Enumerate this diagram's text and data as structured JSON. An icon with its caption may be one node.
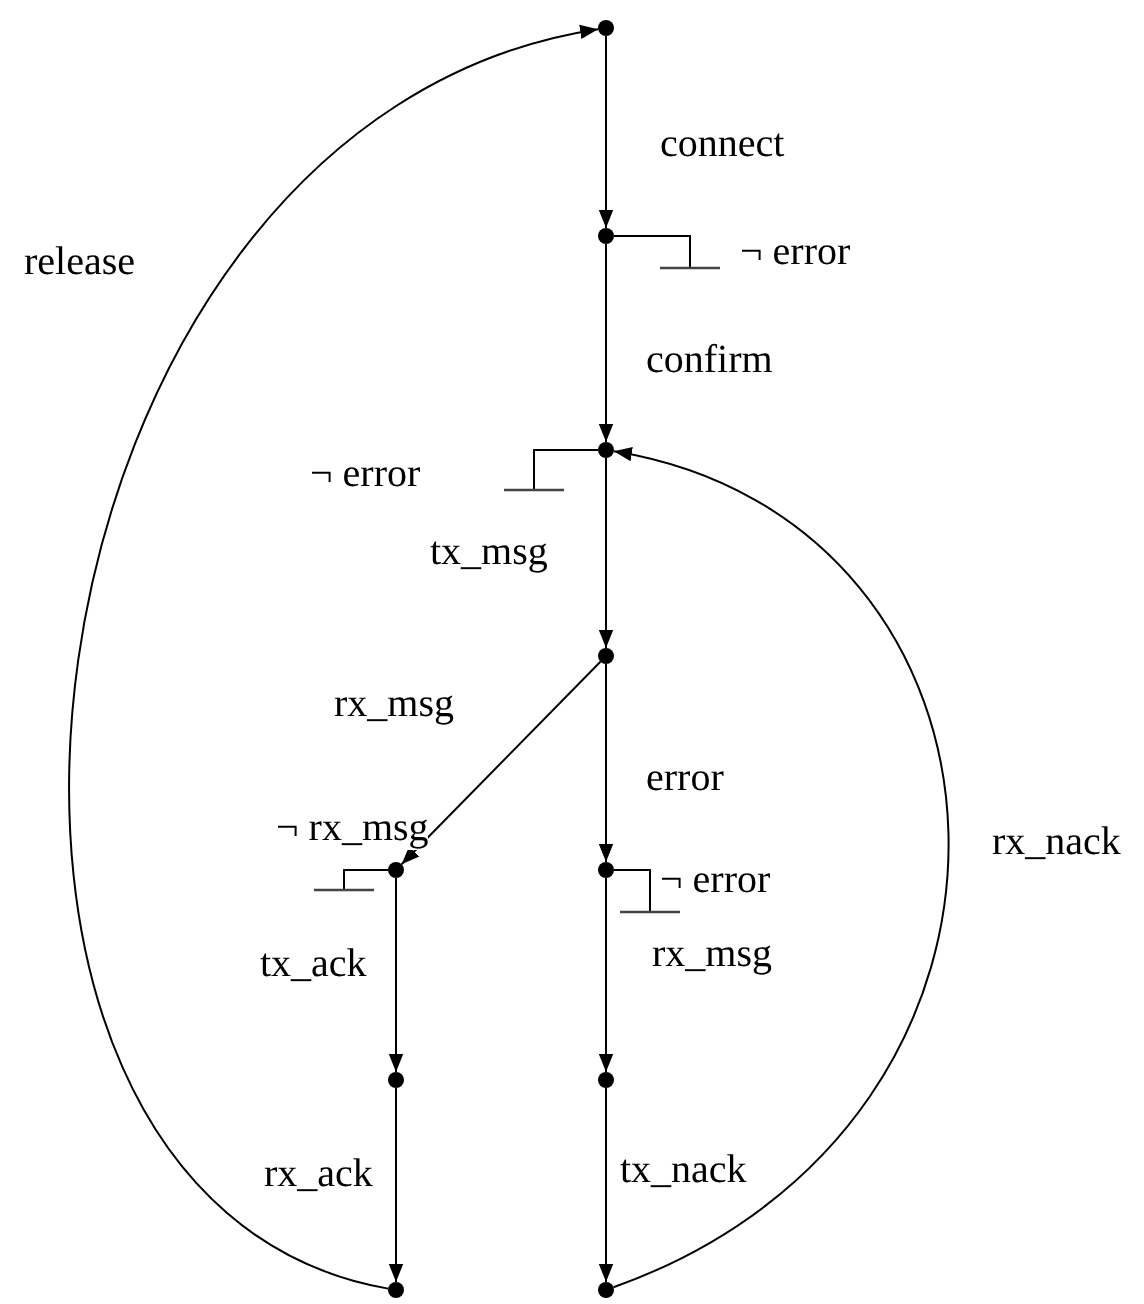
{
  "diagram": {
    "nodes": [
      {
        "text": [],
        "shape": "circle"
      },
      {
        "text": [],
        "shape": "circle"
      },
      {
        "text": [],
        "shape": "circle"
      },
      {
        "text": [],
        "shape": "circle"
      },
      {
        "text": [],
        "shape": "circle"
      },
      {
        "text": [],
        "shape": "circle"
      },
      {
        "text": [],
        "shape": "circle"
      },
      {
        "text": [],
        "shape": "circle"
      },
      {
        "text": [],
        "shape": "circle"
      },
      {
        "text": [],
        "shape": "circle"
      }
    ],
    "edges": [
      {
        "from": 0,
        "to": 1,
        "arrow": "to",
        "label": "connect"
      },
      {
        "from": 1,
        "to": 2,
        "arrow": "to",
        "label": "confirm"
      },
      {
        "from": 2,
        "to": 3,
        "arrow": "to",
        "label": "tx_msg"
      },
      {
        "from": 3,
        "to": 4,
        "arrow": "to",
        "label": "rx_msg"
      },
      {
        "from": 3,
        "to": 5,
        "arrow": "to",
        "label": "error"
      },
      {
        "from": 4,
        "to": 6,
        "arrow": "to",
        "label": "tx_ack"
      },
      {
        "from": 6,
        "to": 8,
        "arrow": "to",
        "label": "rx_ack"
      },
      {
        "from": 5,
        "to": 7,
        "arrow": "to",
        "label": "rx_msg"
      },
      {
        "from": 7,
        "to": 9,
        "arrow": "to",
        "label": "tx_nack"
      },
      {
        "from": 8,
        "to": 0,
        "arrow": "to",
        "label": "release"
      },
      {
        "from": 9,
        "to": 2,
        "arrow": "to",
        "label": "rx_nack"
      },
      {
        "from": 1,
        "to": null,
        "arrow": "other",
        "label": "¬ error"
      },
      {
        "from": 2,
        "to": null,
        "arrow": "other",
        "label": "¬ error"
      },
      {
        "from": 4,
        "to": null,
        "arrow": "other",
        "label": "¬ rx_msg"
      },
      {
        "from": 5,
        "to": null,
        "arrow": "other",
        "label": "¬ error"
      }
    ]
  }
}
